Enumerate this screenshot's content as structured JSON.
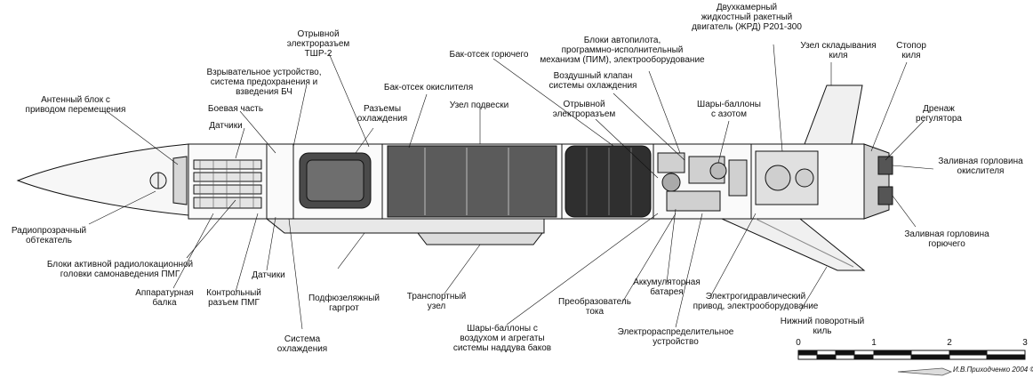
{
  "labels": {
    "antenna": [
      "Антенный блок с",
      "приводом перемещения"
    ],
    "radome": [
      "Радиопрозрачный",
      "обтекатель"
    ],
    "seeker": [
      "Блоки активной радиолокационной",
      "головки самонаведения ПМГ"
    ],
    "beam": [
      "Аппаратурная",
      "балка"
    ],
    "control_connector": [
      "Контрольный",
      "разъем ПМГ"
    ],
    "sensors_low": [
      "Датчики"
    ],
    "cooling_system": [
      "Система",
      "охлаждения"
    ],
    "sensors_top": [
      "Датчики"
    ],
    "warhead": [
      "Боевая часть"
    ],
    "fuze": [
      "Взрывательное устройство,",
      "система предохранения и",
      "взведения БЧ"
    ],
    "tshr": [
      "Отрывной",
      "электроразъем",
      "ТШР-2"
    ],
    "cooling_connectors": [
      "Разъемы",
      "охлаждения"
    ],
    "ox_tank": [
      "Бак-отсек окислителя"
    ],
    "fuel_tank": [
      "Бак-отсек горючего"
    ],
    "suspension": [
      "Узел подвески"
    ],
    "ventral_fairing": [
      "Подфюзеляжный",
      "гаргрот"
    ],
    "transport": [
      "Транспортный",
      "узел"
    ],
    "pressurization": [
      "Шары-баллоны с",
      "воздухом и агрегаты",
      "системы наддува баков"
    ],
    "autopilot": [
      "Блоки автопилота,",
      "программно-исполнительный",
      "механизм (ПИМ), электрооборудование"
    ],
    "air_valve": [
      "Воздушный клапан",
      "системы охлаждения"
    ],
    "breakaway_connector": [
      "Отрывной",
      "электроразъем"
    ],
    "nitrogen": [
      "Шары-баллоны",
      "с азотом"
    ],
    "engine": [
      "Двухкамерный",
      "жидкостный ракетный",
      "двигатель (ЖРД) Р201-300"
    ],
    "fin_fold": [
      "Узел складывания",
      "киля"
    ],
    "fin_lock": [
      "Стопор",
      "киля"
    ],
    "drain": [
      "Дренаж",
      "регулятора"
    ],
    "ox_filler": [
      "Заливная горловина",
      "окислителя"
    ],
    "fuel_filler": [
      "Заливная горловина",
      "горючего"
    ],
    "converter": [
      "Преобразователь",
      "тока"
    ],
    "battery": [
      "Аккумуляторная",
      "батарея"
    ],
    "hydraulic": [
      "Электрогидравлический",
      "привод, электрооборудование"
    ],
    "lower_fin": [
      "Нижний поворотный",
      "киль"
    ],
    "distributor": [
      "Электрораспределительное",
      "устройство"
    ]
  },
  "scale_bar": {
    "ticks": [
      "0",
      "1",
      "2",
      "3"
    ]
  },
  "credit": "И.В.Приходченко 2004 ©"
}
